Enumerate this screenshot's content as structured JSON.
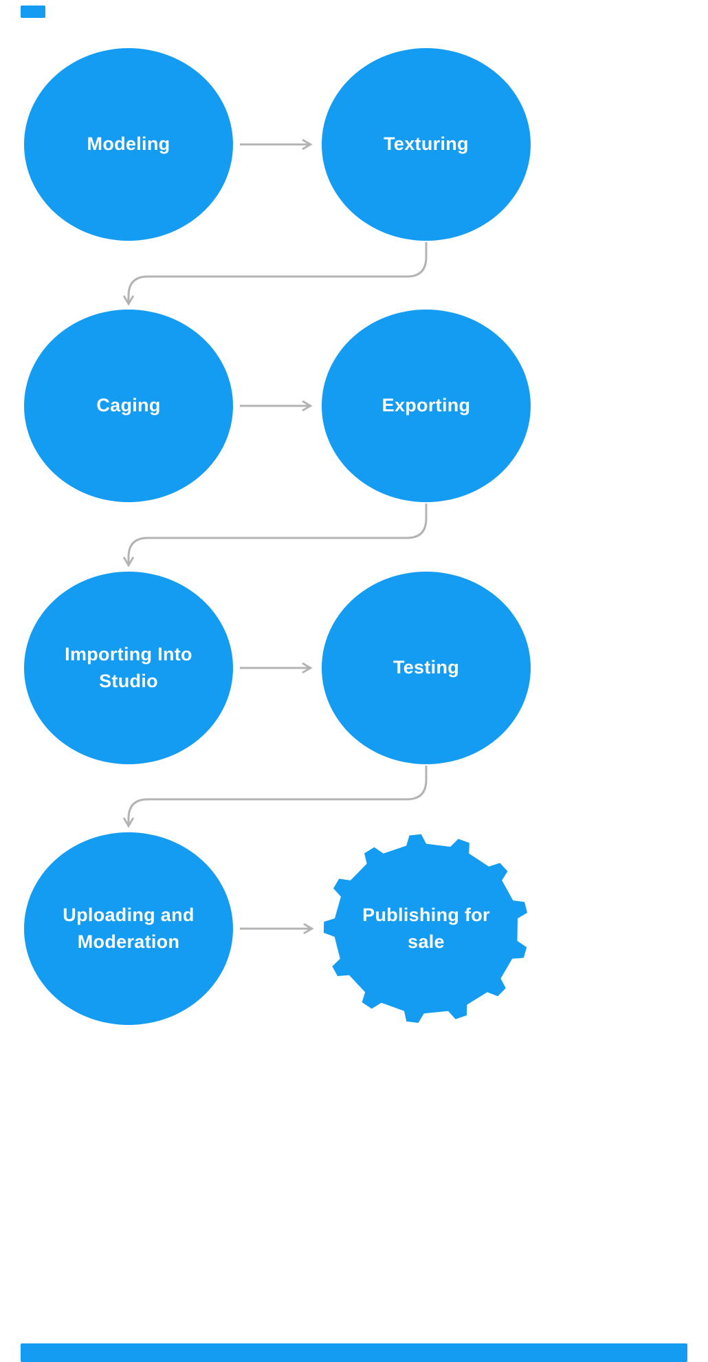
{
  "diagram": {
    "accent_color": "#149cf2",
    "connector_color": "#b3b3b3",
    "text_color": "#ffffff",
    "nodes": [
      {
        "id": "modeling",
        "label": "Modeling",
        "shape": "ellipse"
      },
      {
        "id": "texturing",
        "label": "Texturing",
        "shape": "ellipse"
      },
      {
        "id": "caging",
        "label": "Caging",
        "shape": "ellipse"
      },
      {
        "id": "exporting",
        "label": "Exporting",
        "shape": "ellipse"
      },
      {
        "id": "importing-into-studio",
        "label": "Importing Into Studio",
        "shape": "ellipse"
      },
      {
        "id": "testing",
        "label": "Testing",
        "shape": "ellipse"
      },
      {
        "id": "uploading-and-moderation",
        "label": "Uploading and Moderation",
        "shape": "ellipse"
      },
      {
        "id": "publishing-for-sale",
        "label": "Publishing for sale",
        "shape": "gear"
      }
    ],
    "edges": [
      {
        "from": "modeling",
        "to": "texturing"
      },
      {
        "from": "texturing",
        "to": "caging"
      },
      {
        "from": "caging",
        "to": "exporting"
      },
      {
        "from": "exporting",
        "to": "importing-into-studio"
      },
      {
        "from": "importing-into-studio",
        "to": "testing"
      },
      {
        "from": "testing",
        "to": "uploading-and-moderation"
      },
      {
        "from": "uploading-and-moderation",
        "to": "publishing-for-sale"
      }
    ]
  }
}
